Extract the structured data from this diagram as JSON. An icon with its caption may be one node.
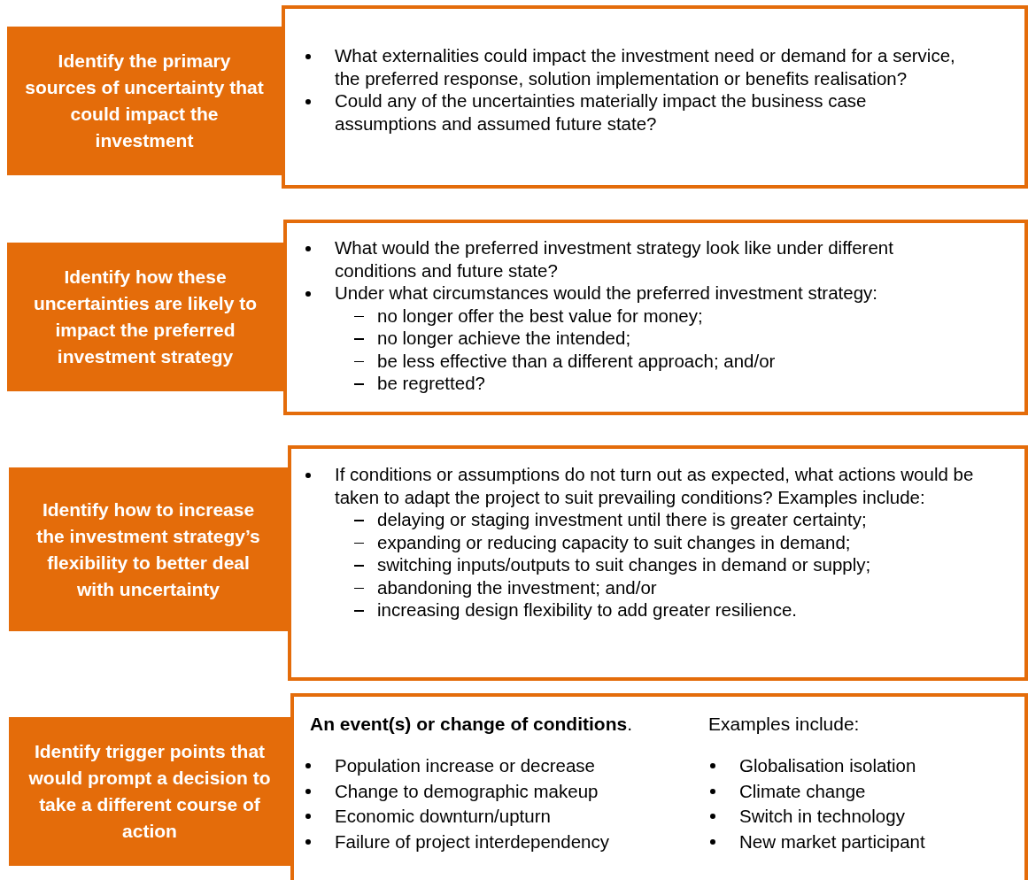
{
  "diagram": {
    "nodes": [
      {
        "text": [
          "Identify the primary sources of uncertainty that could impact the investment"
        ]
      },
      {
        "text": [
          "What externalities could impact the investment need or demand for a service, the preferred response, solution implementation or benefits realisation?",
          "Could any of the uncertainties materially impact the business case assumptions and assumed future state?"
        ]
      },
      {
        "text": [
          "Identify how these uncertainties are likely to impact the preferred investment strategy"
        ]
      },
      {
        "text": [
          "What would the preferred investment strategy look like under different conditions and future state?",
          "Under what circumstances would the preferred investment strategy:",
          "no longer offer the best value for money;",
          "no longer achieve the intended;",
          "be less effective than a different approach; and/or",
          "be regretted?"
        ]
      },
      {
        "text": [
          "Identify how to increase the investment strategy’s flexibility to better deal with uncertainty"
        ]
      },
      {
        "text": [
          "If conditions or assumptions do not turn out as expected, what actions would be taken to adapt the project to suit prevailing conditions? Examples include:",
          "delaying or staging investment until there is greater certainty;",
          "expanding or reducing capacity to suit changes in demand;",
          "switching inputs/outputs to suit changes in demand or supply;",
          "abandoning the investment; and/or",
          "increasing design flexibility to add greater resilience."
        ]
      },
      {
        "text": [
          "Identify trigger points that would prompt a decision to take a different course of action"
        ]
      },
      {
        "text": [
          "**An event(s) or change of conditions**.",
          "Examples include:",
          "Population increase or decrease",
          "Change to demographic makeup",
          "Economic downturn/upturn",
          "Failure of project interdependency",
          "Globalisation isolation",
          "Climate change",
          "Switch in technology",
          "New market participant"
        ]
      }
    ]
  }
}
